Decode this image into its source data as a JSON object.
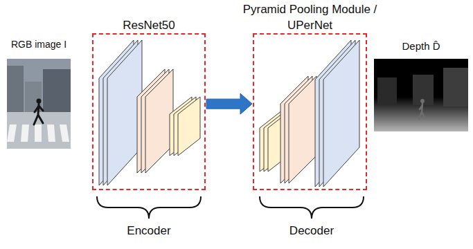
{
  "diagram": {
    "nodes": [
      {
        "text": [
          "RGB image I"
        ]
      },
      {
        "text": [
          "ResNet50"
        ]
      },
      {
        "text": [
          "Pyramid Pooling Module / UPerNet"
        ]
      },
      {
        "text": [
          "Depth D̂"
        ]
      }
    ],
    "edges": [
      {
        "from": 1,
        "to": 2,
        "arrow": "to"
      }
    ],
    "labels": [
      "Encoder",
      "Decoder"
    ]
  }
}
